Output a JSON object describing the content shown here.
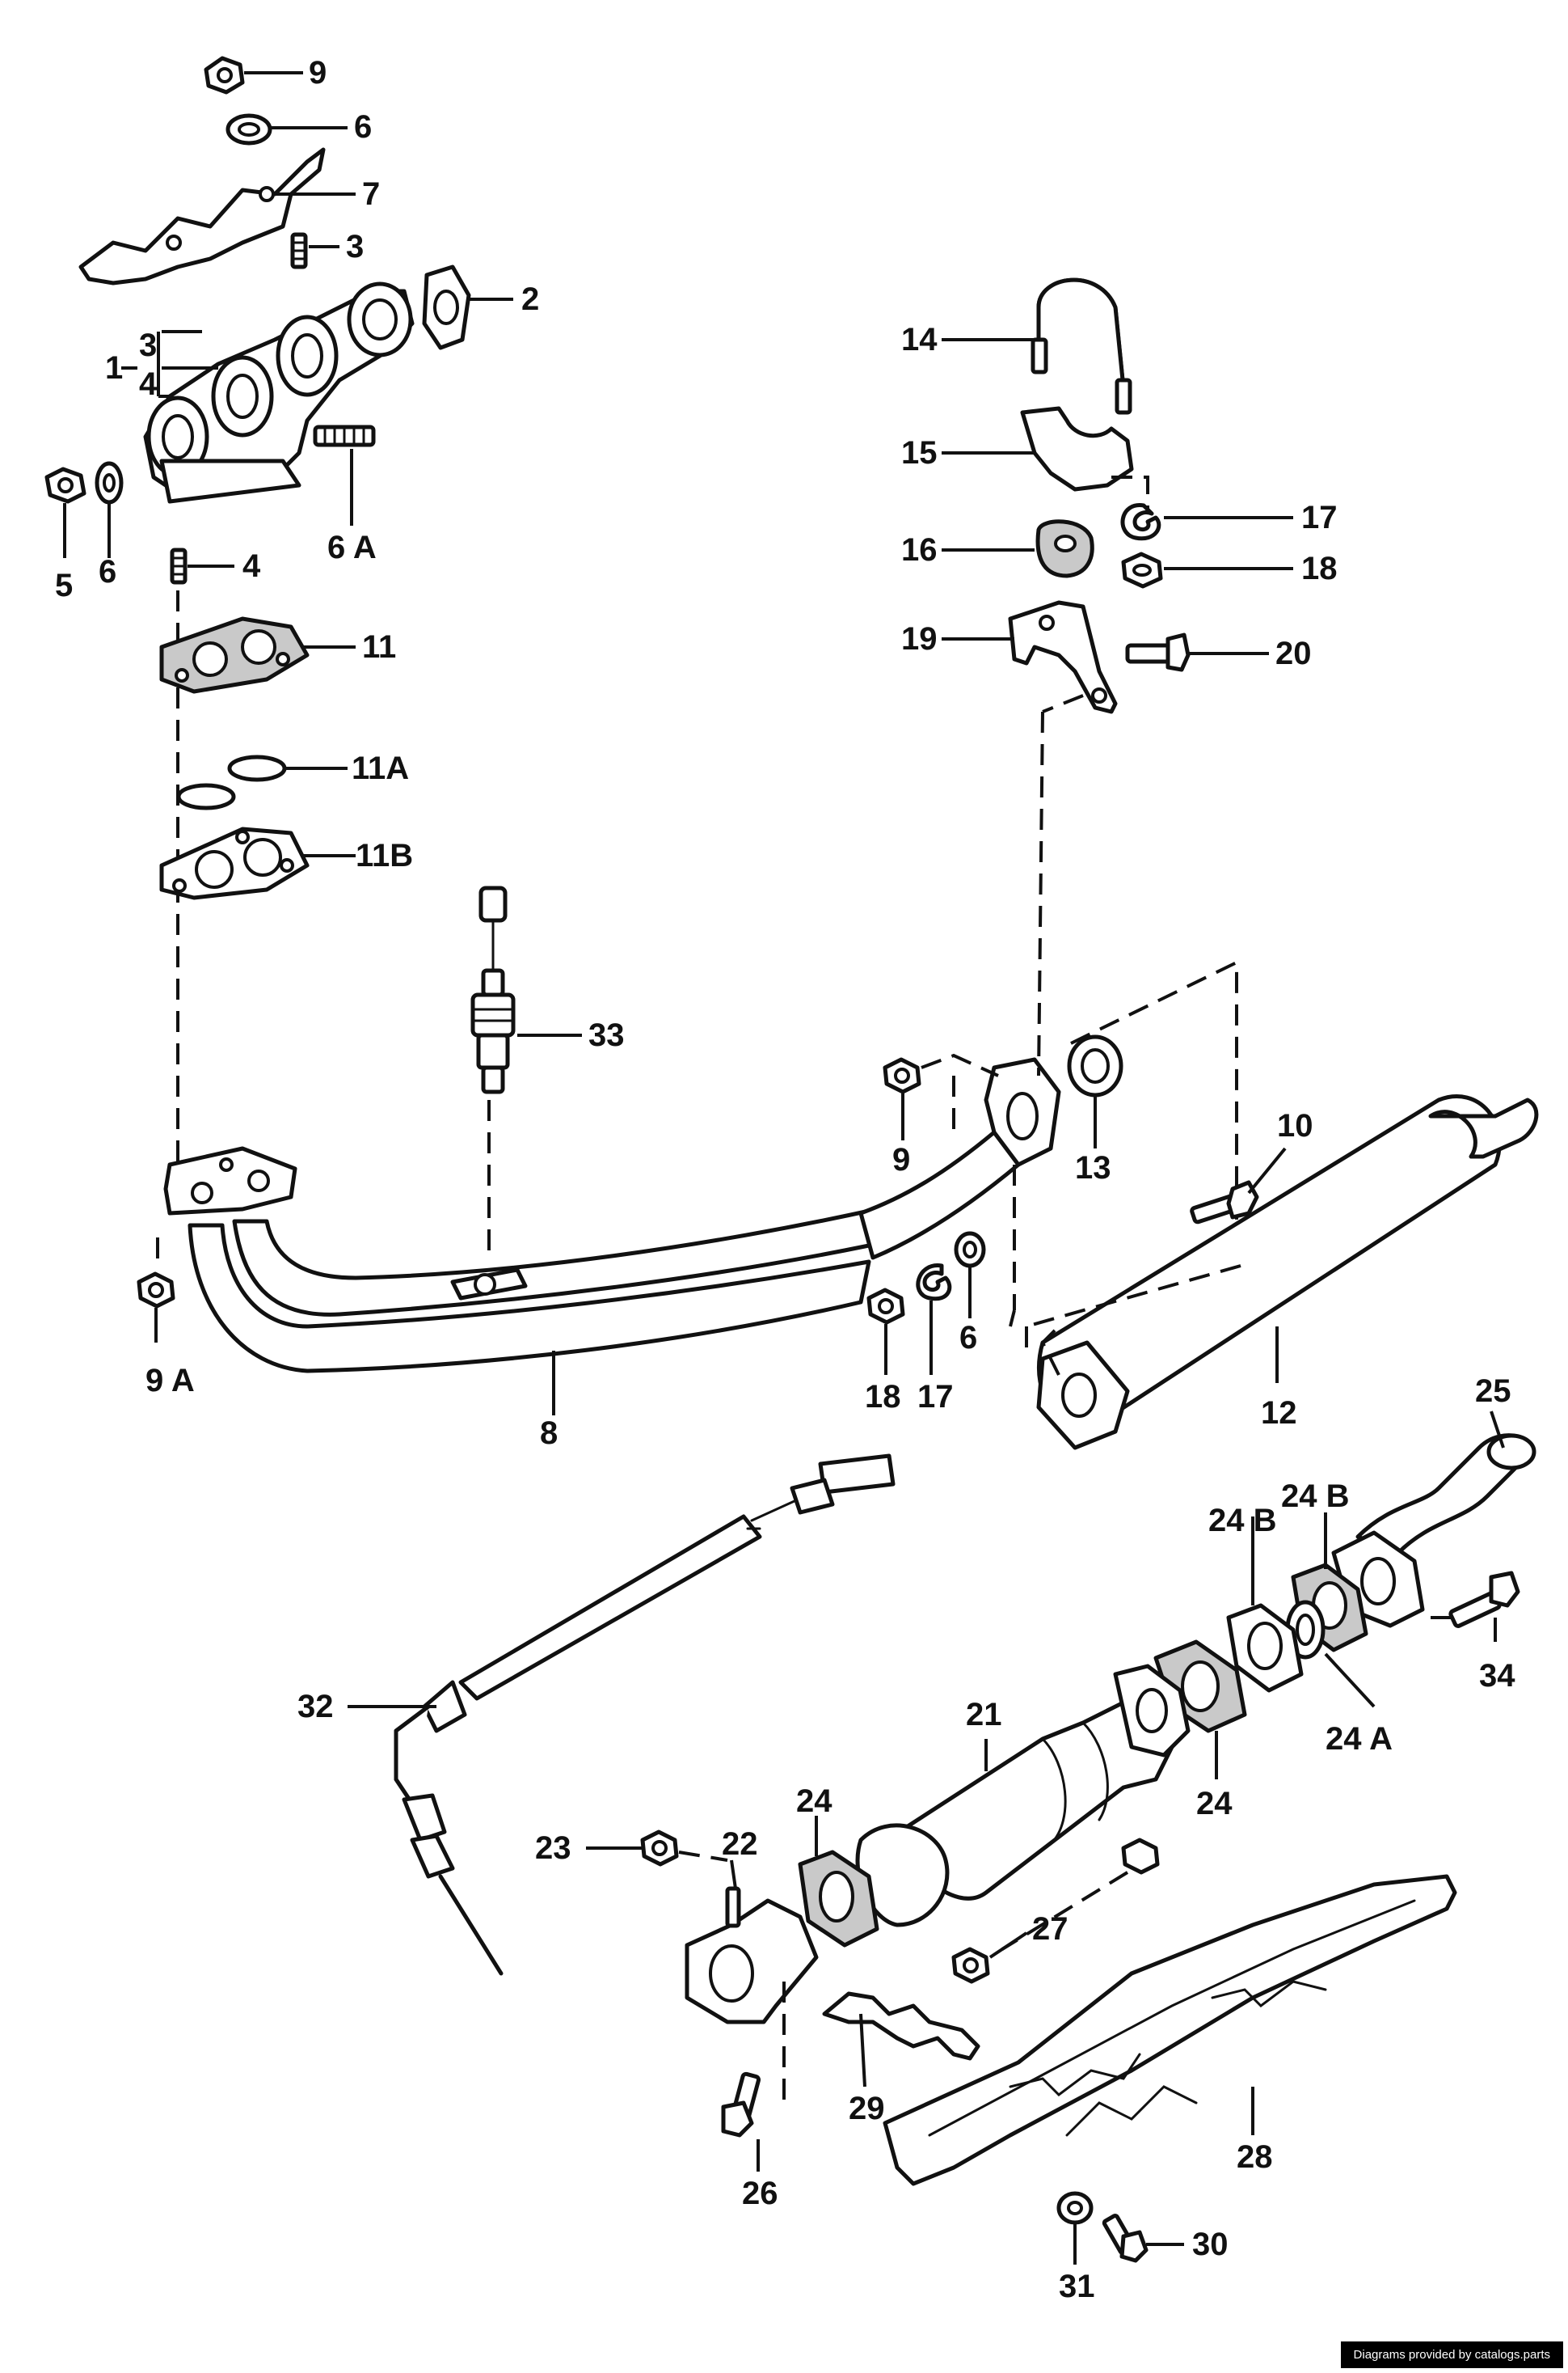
{
  "credit": "Diagrams provided by catalogs.parts",
  "callouts": {
    "c9": "9",
    "c6": "6",
    "c7": "7",
    "c3": "3",
    "c2": "2",
    "c1": "1",
    "c1a": "3",
    "c1b": "4",
    "c5": "5",
    "c6b": "6",
    "c6a": "6 A",
    "c4": "4",
    "c11": "11",
    "c11a": "11A",
    "c11b": "11B",
    "c33": "33",
    "c9b": "9",
    "c13": "13",
    "c10": "10",
    "c9a": "9 A",
    "c8": "8",
    "c18b": "18",
    "c17b": "17",
    "c6c": "6",
    "c12": "12",
    "c14": "14",
    "c15": "15",
    "c16": "16",
    "c17": "17",
    "c18": "18",
    "c19": "19",
    "c20": "20",
    "c25": "25",
    "c24b1": "24 B",
    "c24b2": "24 B",
    "c34": "34",
    "c24a": "24 A",
    "c32": "32",
    "c21": "21",
    "c24c": "24",
    "c24d": "24",
    "c22": "22",
    "c23": "23",
    "c27": "27",
    "c29": "29",
    "c26": "26",
    "c28": "28",
    "c30": "30",
    "c31": "31"
  }
}
